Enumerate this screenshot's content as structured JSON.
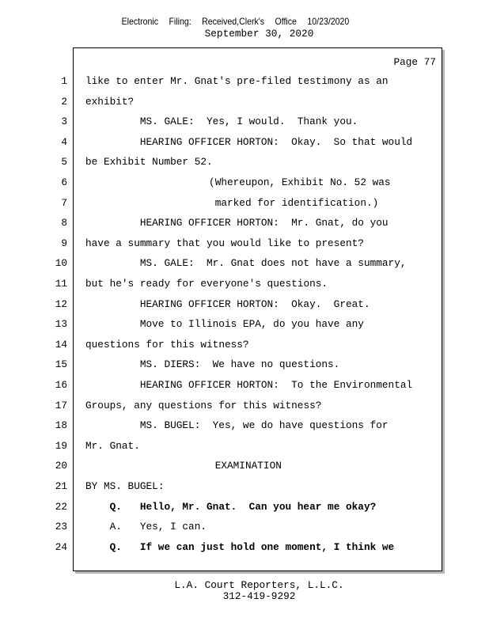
{
  "header": {
    "stamp": "Electronic Filing: Received,Clerk's Office 10/23/2020",
    "date": "September 30, 2020"
  },
  "page_label": "Page 77",
  "lines": [
    {
      "n": "1",
      "text": "like to enter Mr. Gnat's pre-filed testimony as an",
      "indent": 0,
      "bold": false
    },
    {
      "n": "2",
      "text": "exhibit?",
      "indent": 0,
      "bold": false
    },
    {
      "n": "3",
      "text": "MS. GALE:  Yes, I would.  Thank you.",
      "indent": 9,
      "bold": false
    },
    {
      "n": "4",
      "text": "HEARING OFFICER HORTON:  Okay.  So that would",
      "indent": 9,
      "bold": false
    },
    {
      "n": "5",
      "text": "be Exhibit Number 52.",
      "indent": 0,
      "bold": false
    },
    {
      "n": "6",
      "text": "(Whereupon, Exhibit No. 52 was",
      "indent": 20.4,
      "bold": false
    },
    {
      "n": "7",
      "text": "marked for identification.)",
      "indent": 21.4,
      "bold": false
    },
    {
      "n": "8",
      "text": "HEARING OFFICER HORTON:  Mr. Gnat, do you",
      "indent": 9,
      "bold": false
    },
    {
      "n": "9",
      "text": "have a summary that you would like to present?",
      "indent": 0,
      "bold": false
    },
    {
      "n": "10",
      "text": "MS. GALE:  Mr. Gnat does not have a summary,",
      "indent": 9,
      "bold": false
    },
    {
      "n": "11",
      "text": "but he's ready for everyone's questions.",
      "indent": 0,
      "bold": false
    },
    {
      "n": "12",
      "text": "HEARING OFFICER HORTON:  Okay.  Great.",
      "indent": 9,
      "bold": false
    },
    {
      "n": "13",
      "text": "Move to Illinois EPA, do you have any",
      "indent": 9,
      "bold": false
    },
    {
      "n": "14",
      "text": "questions for this witness?",
      "indent": 0,
      "bold": false
    },
    {
      "n": "15",
      "text": "MS. DIERS:  We have no questions.",
      "indent": 9,
      "bold": false
    },
    {
      "n": "16",
      "text": "HEARING OFFICER HORTON:  To the Environmental",
      "indent": 9,
      "bold": false
    },
    {
      "n": "17",
      "text": "Groups, any questions for this witness?",
      "indent": 0,
      "bold": false
    },
    {
      "n": "18",
      "text": "MS. BUGEL:  Yes, we do have questions for",
      "indent": 9,
      "bold": false
    },
    {
      "n": "19",
      "text": "Mr. Gnat.",
      "indent": 0,
      "bold": false
    },
    {
      "n": "20",
      "text": "EXAMINATION",
      "indent": 21.4,
      "bold": false
    },
    {
      "n": "21",
      "text": "BY MS. BUGEL:",
      "indent": 0,
      "bold": false
    },
    {
      "n": "22",
      "text": "Q.   Hello, Mr. Gnat.  Can you hear me okay?",
      "indent": 4,
      "bold": true
    },
    {
      "n": "23",
      "text": "A.   Yes, I can.",
      "indent": 4,
      "bold": false
    },
    {
      "n": "24",
      "text": "Q.   If we can just hold one moment, I think we",
      "indent": 4,
      "bold": true
    }
  ],
  "footer": {
    "company": "L.A. Court Reporters, L.L.C.",
    "phone": "312-419-9292"
  }
}
